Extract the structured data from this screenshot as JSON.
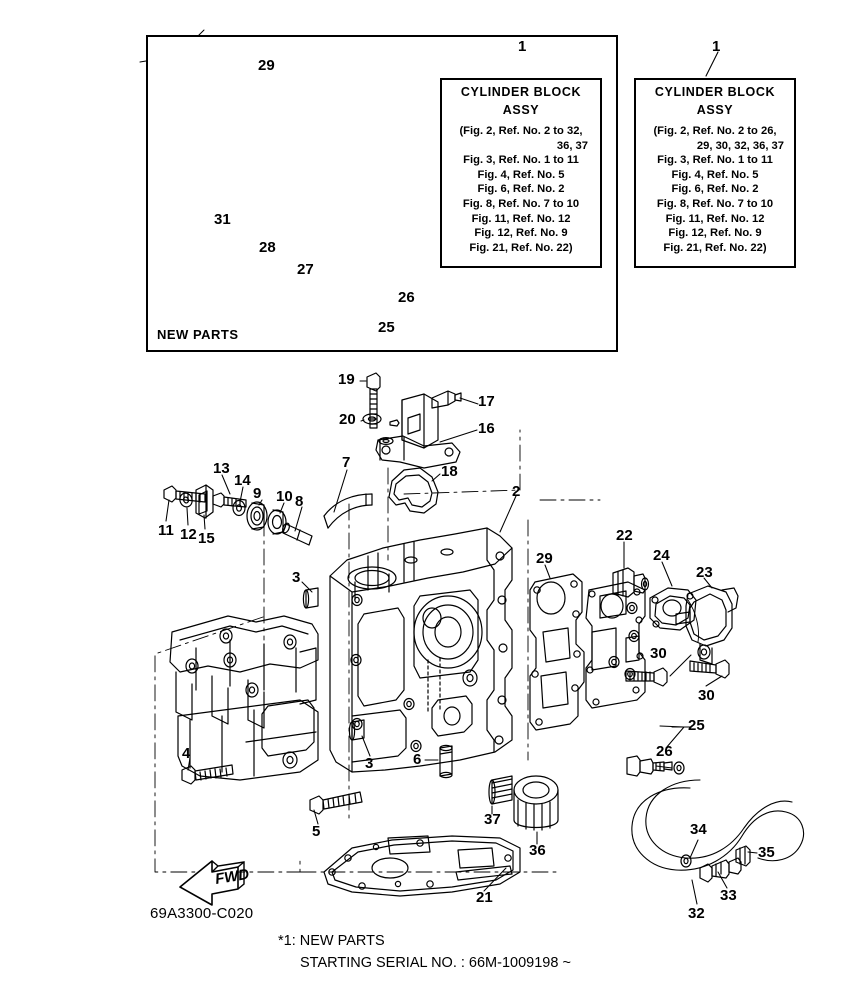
{
  "document": {
    "figure_code": "69A3300-C020",
    "note_line1": "*1: NEW PARTS",
    "note_line2": "STARTING SERIAL NO. : 66M-1009198 ~"
  },
  "inset": {
    "label": "NEW PARTS",
    "ref_numbers": [
      "29",
      "31",
      "28",
      "27",
      "26",
      "25"
    ]
  },
  "callout_boxes": [
    {
      "pointer_number": "1",
      "title": "CYLINDER BLOCK",
      "title2": "ASSY",
      "lines": [
        "(Fig. 2, Ref. No. 2 to 32,",
        "36, 37",
        "Fig. 3, Ref. No. 1 to 11",
        "Fig. 4, Ref. No. 5",
        "Fig. 6, Ref. No. 2",
        "Fig. 8, Ref. No. 7 to 10",
        "Fig. 11, Ref. No. 12",
        "Fig. 12, Ref. No. 9",
        "Fig. 21, Ref. No. 22)"
      ]
    },
    {
      "pointer_number": "1",
      "title": "CYLINDER BLOCK",
      "title2": "ASSY",
      "lines": [
        "(Fig. 2, Ref. No. 2 to 26,",
        "29, 30, 32, 36, 37",
        "Fig. 3, Ref. No. 1 to 11",
        "Fig. 4, Ref. No. 5",
        "Fig. 6, Ref. No. 2",
        "Fig. 8, Ref. No. 7 to 10",
        "Fig. 11, Ref. No. 12",
        "Fig. 12, Ref. No. 9",
        "Fig. 21, Ref. No. 22)"
      ]
    }
  ],
  "main_diagram": {
    "ref_numbers": [
      "19",
      "20",
      "17",
      "16",
      "18",
      "2",
      "13",
      "14",
      "9",
      "10",
      "8",
      "7",
      "11",
      "12",
      "15",
      "3",
      "3",
      "6",
      "4",
      "5",
      "29",
      "22",
      "24",
      "23",
      "30",
      "30",
      "25",
      "26",
      "37",
      "36",
      "21",
      "34",
      "35",
      "33",
      "32"
    ]
  },
  "fwd_marker": {
    "label": "FWD"
  },
  "colors": {
    "line": "#000000",
    "background": "#ffffff"
  }
}
